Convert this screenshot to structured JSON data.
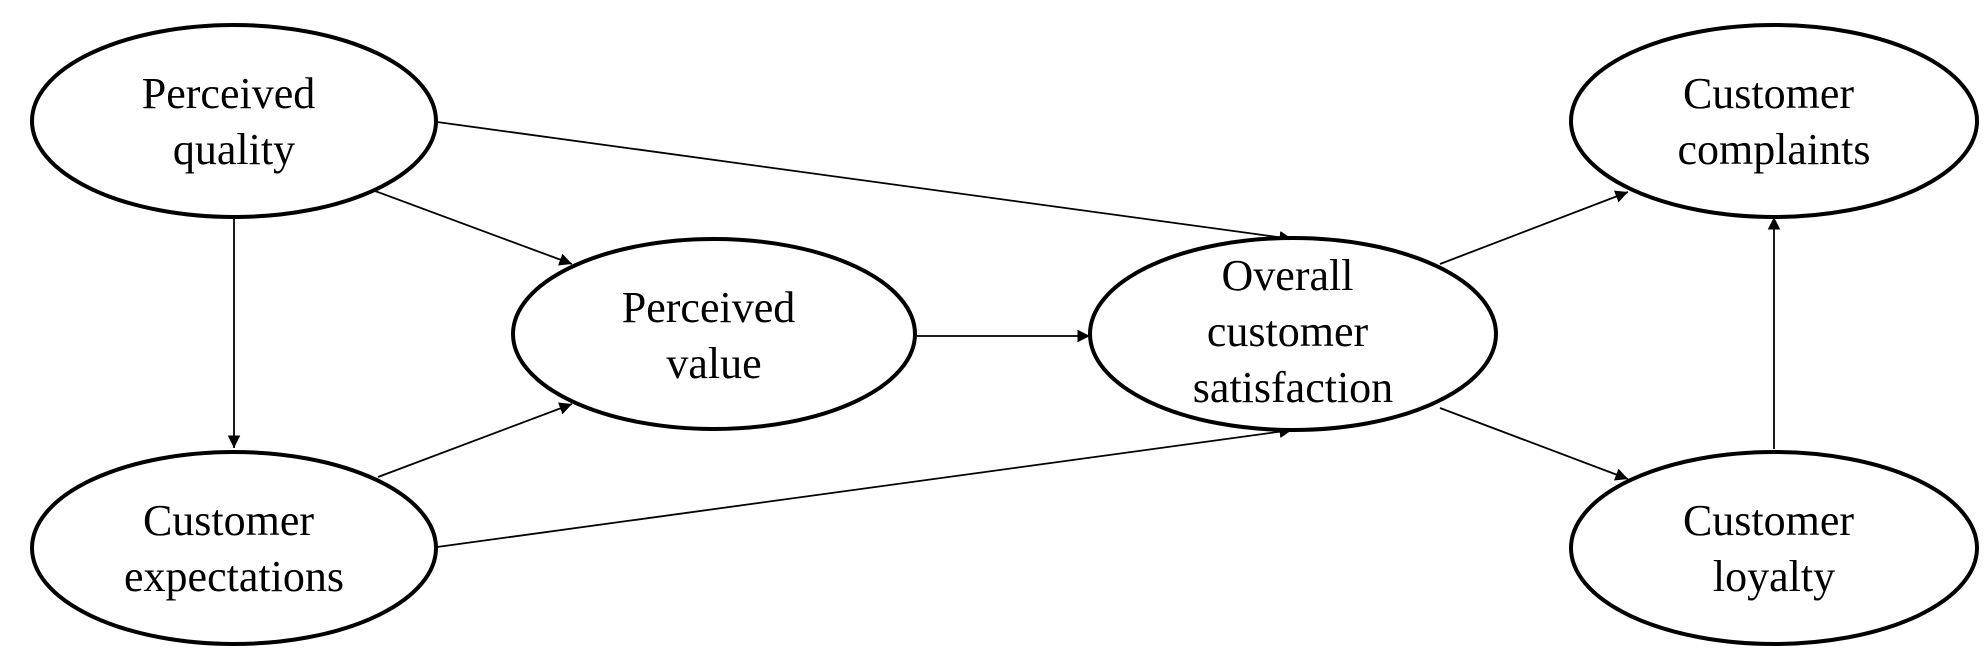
{
  "diagram": {
    "nodes": {
      "perceived_quality": {
        "line1": "Perceived",
        "line2": "quality"
      },
      "customer_expectations": {
        "line1": "Customer",
        "line2": "expectations"
      },
      "perceived_value": {
        "line1": "Perceived",
        "line2": "value"
      },
      "overall_satisfaction": {
        "line1": "Overall",
        "line2": "customer",
        "line3": "satisfaction"
      },
      "customer_complaints": {
        "line1": "Customer",
        "line2": "complaints"
      },
      "customer_loyalty": {
        "line1": "Customer",
        "line2": "loyalty"
      }
    },
    "edges": [
      {
        "from": "perceived_quality",
        "to": "perceived_value"
      },
      {
        "from": "perceived_quality",
        "to": "overall_satisfaction"
      },
      {
        "from": "perceived_quality",
        "to": "customer_expectations"
      },
      {
        "from": "customer_expectations",
        "to": "perceived_value"
      },
      {
        "from": "customer_expectations",
        "to": "overall_satisfaction"
      },
      {
        "from": "perceived_value",
        "to": "overall_satisfaction"
      },
      {
        "from": "overall_satisfaction",
        "to": "customer_complaints"
      },
      {
        "from": "overall_satisfaction",
        "to": "customer_loyalty"
      },
      {
        "from": "customer_loyalty",
        "to": "customer_complaints"
      }
    ]
  }
}
